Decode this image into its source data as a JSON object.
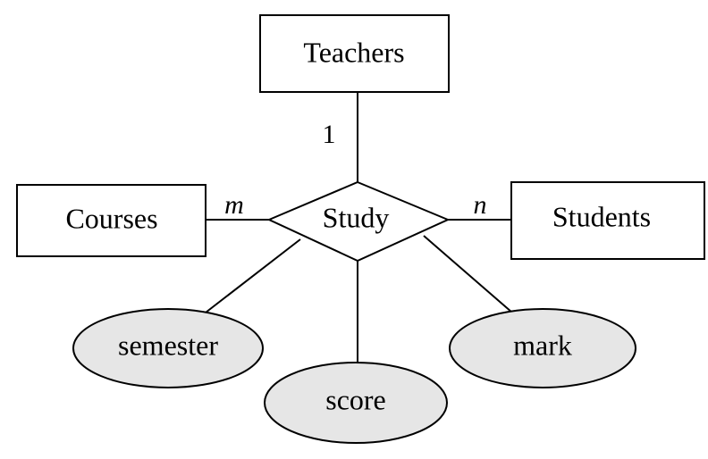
{
  "entities": {
    "teachers": "Teachers",
    "courses": "Courses",
    "students": "Students"
  },
  "relationship": {
    "name": "Study"
  },
  "attributes": {
    "semester": "semester",
    "score": "score",
    "mark": "mark"
  },
  "cardinalities": {
    "teachers": "1",
    "courses": "m",
    "students": "n"
  }
}
